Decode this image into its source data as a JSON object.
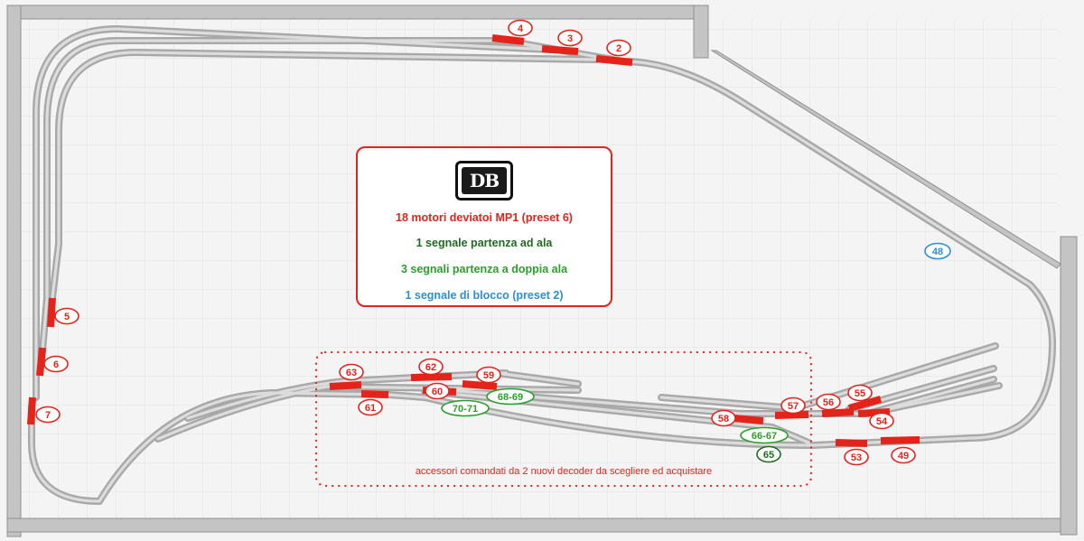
{
  "legend": {
    "logo_text": "DB",
    "lines": [
      {
        "text": "18 motori deviatoi MP1 (preset 6)",
        "color": "#e4231b"
      },
      {
        "text": "1 segnale partenza ad ala",
        "color": "#1f6b1f"
      },
      {
        "text": "3 segnali partenza a doppia ala",
        "color": "#2ca02c"
      },
      {
        "text": "1 segnale di blocco (preset 2)",
        "color": "#2b8fd6"
      }
    ]
  },
  "note": {
    "text": "accessori comandati da 2 nuovi decoder da scegliere ed acquistare"
  },
  "labels": {
    "turnouts": [
      "4",
      "3",
      "2",
      "5",
      "6",
      "7",
      "63",
      "62",
      "59",
      "60",
      "61",
      "58",
      "57",
      "56",
      "55",
      "54",
      "53",
      "49"
    ],
    "signal_block": "48",
    "signal_single_wing": "65",
    "signal_double_wing": [
      "68-69",
      "70-71",
      "66-67"
    ]
  },
  "colors": {
    "turnout": "#e4231b",
    "signal_single_wing": "#1f6b1f",
    "signal_double_wing": "#2ca02c",
    "signal_block": "#2b8fd6",
    "track": "#b4b4b4",
    "wall": "#bfbfbf"
  }
}
